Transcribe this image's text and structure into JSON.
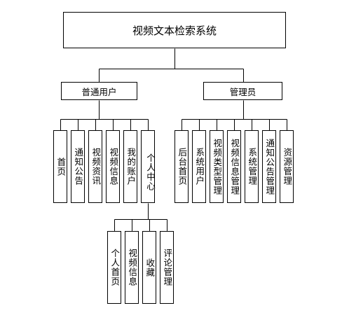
{
  "root": "视频文本检索系统",
  "groups": [
    {
      "label": "普通用户",
      "children": [
        "首页",
        "通知公告",
        "视频资讯",
        "视频信息",
        "我的账户",
        "个人中心"
      ]
    },
    {
      "label": "管理员",
      "children": [
        "后台首页",
        "系统用户",
        "视频类型管理",
        "视频信息管理",
        "系统管理",
        "通知公告管理",
        "资源管理"
      ]
    }
  ],
  "personal_center": {
    "label": "个人中心",
    "children": [
      "个人首页",
      "视频信息",
      "收藏",
      "评论管理"
    ]
  }
}
